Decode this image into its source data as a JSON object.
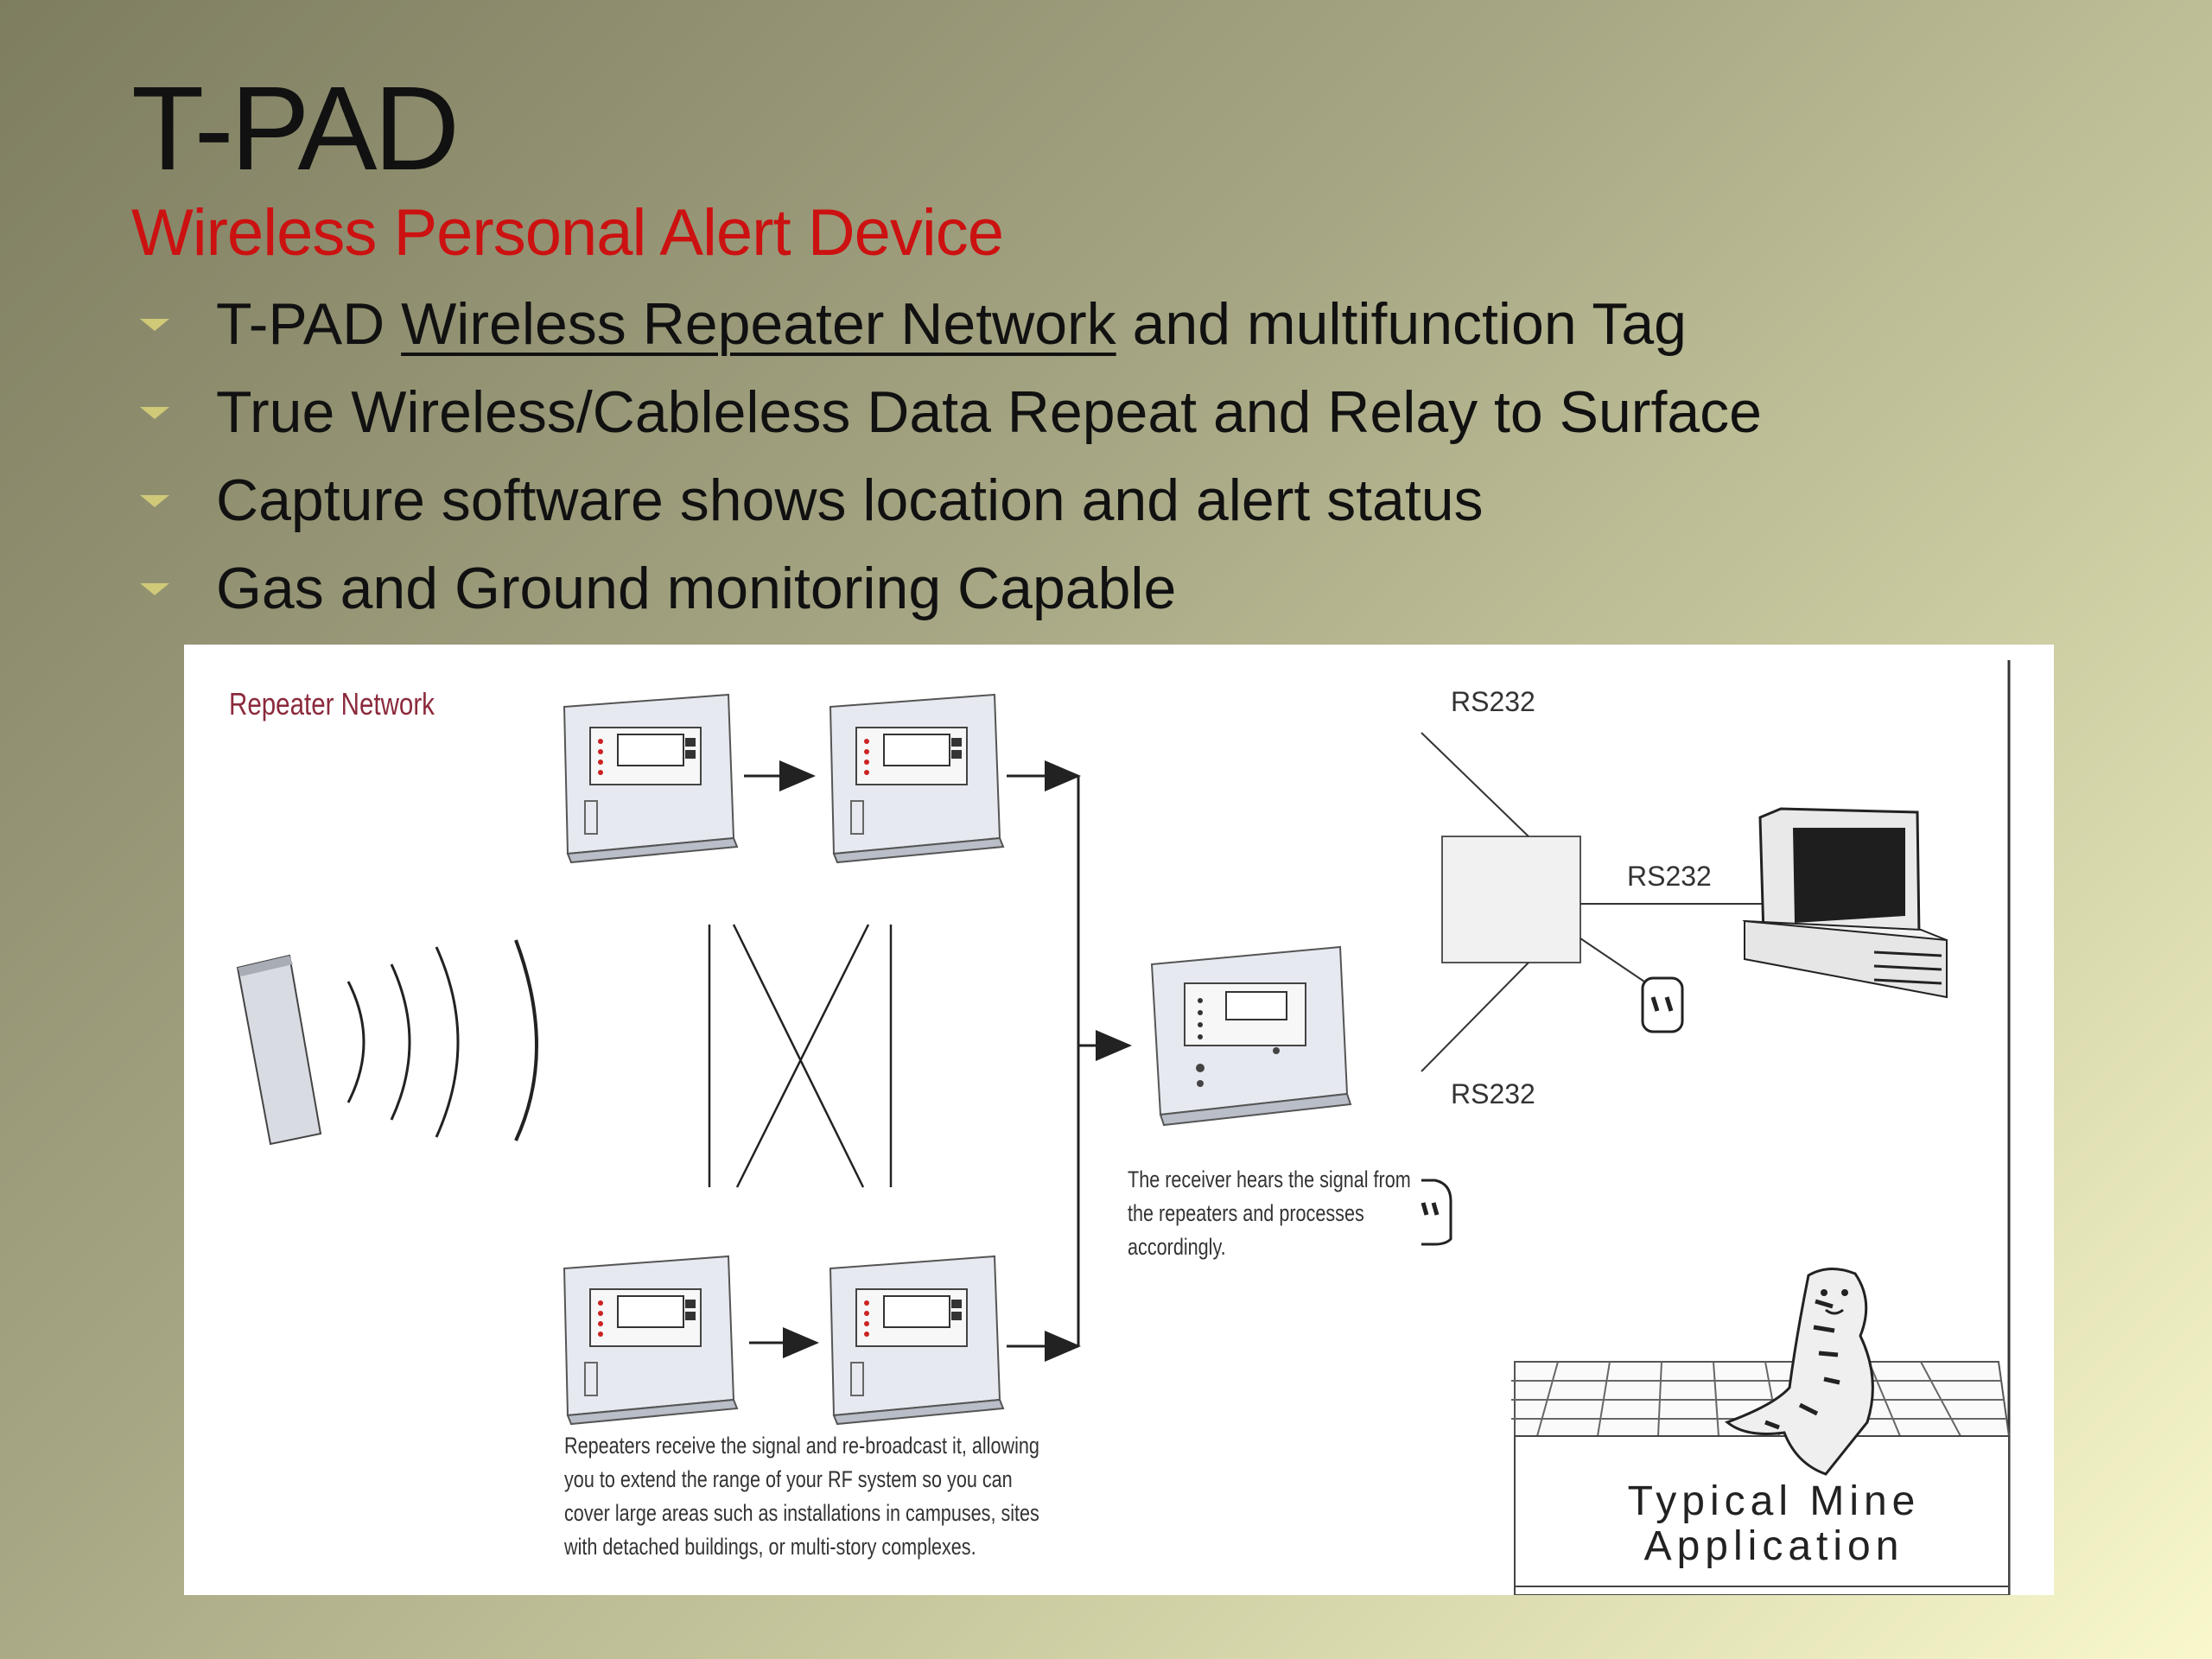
{
  "slide": {
    "title": "T-PAD",
    "subtitle": "Wireless Personal Alert Device",
    "subtitle_color": "#cc1111",
    "bullets": [
      {
        "prefix": "T-PAD ",
        "link": "Wireless Repeater Network",
        "suffix": " and multifunction Tag"
      },
      {
        "text": "True Wireless/Cableless Data Repeat and Relay to Surface"
      },
      {
        "text": "Capture software shows location and alert status"
      },
      {
        "text": "Gas and Ground monitoring Capable"
      }
    ]
  },
  "diagram": {
    "section_label": "Repeater Network",
    "rs232_top": "RS232",
    "rs232_middle": "RS232",
    "rs232_bottom": "RS232",
    "receiver_caption": [
      "The receiver hears the signal from",
      "the repeaters and processes",
      "accordingly."
    ],
    "repeater_caption": [
      "Repeaters receive the signal and re-broadcast it, allowing",
      "you to extend the range of your RF system so you can",
      "cover large areas such as installations in campuses, sites",
      "with detached buildings, or multi-story complexes."
    ],
    "mine_label_line1": "Typical Mine",
    "mine_label_line2": "Application",
    "icons": [
      "tag-device-icon",
      "repeater-icon",
      "receiver-icon",
      "computer-icon",
      "tiger-icon"
    ]
  }
}
